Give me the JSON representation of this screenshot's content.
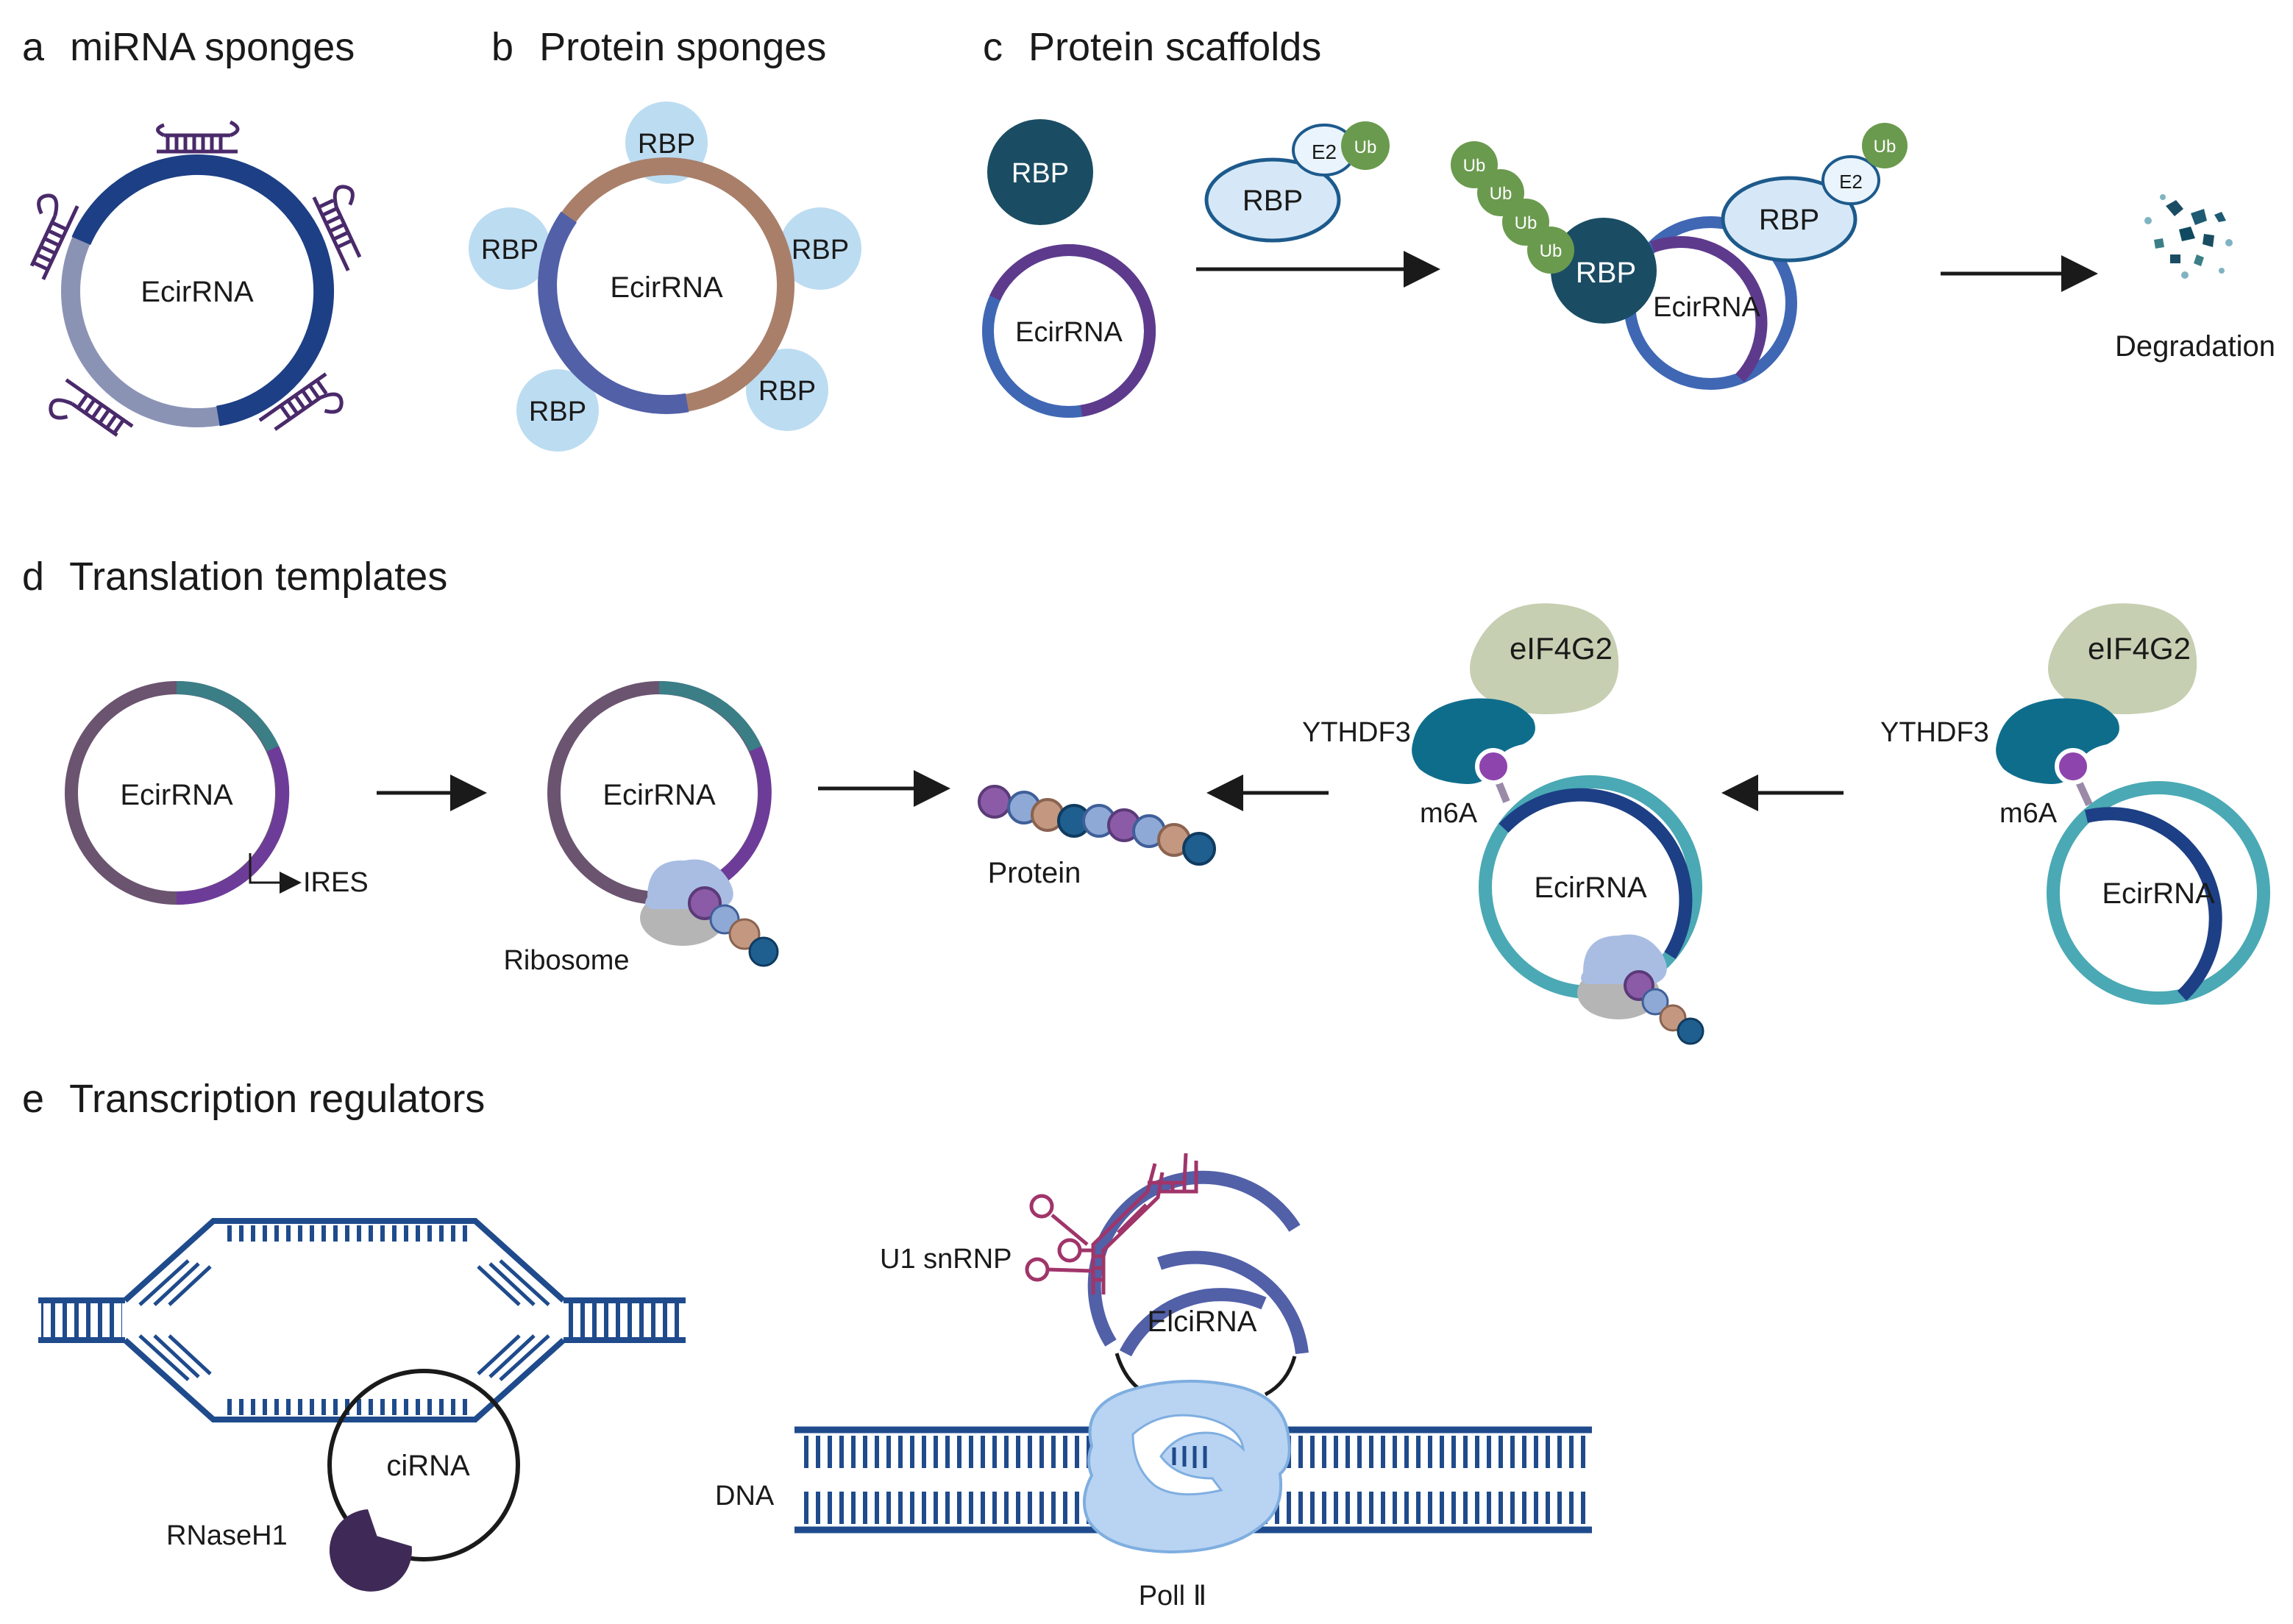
{
  "panels": {
    "a": {
      "letter": "a",
      "title": "miRNA sponges",
      "ring_label": "EcirRNA"
    },
    "b": {
      "letter": "b",
      "title": "Protein sponges",
      "ring_label": "EcirRNA",
      "rbp": "RBP"
    },
    "c": {
      "letter": "c",
      "title": "Protein scaffolds",
      "ring_label": "EcirRNA",
      "rbp": "RBP",
      "e2": "E2",
      "ub": "Ub",
      "result_label": "Degradation"
    },
    "d": {
      "letter": "d",
      "title": "Translation templates",
      "ring_label": "EcirRNA",
      "ires": "IRES",
      "ribosome": "Ribosome",
      "protein": "Protein",
      "eif": "eIF4G2",
      "ythdf": "YTHDF3",
      "m6a": "m6A"
    },
    "e": {
      "letter": "e",
      "title": "Transcription  regulators",
      "cirna": "ciRNA",
      "rnase": "RNaseH1",
      "u1": "U1 snRNP",
      "elcirna": "ElciRNA",
      "dna": "DNA",
      "pol": "Poll Ⅱ"
    }
  },
  "colors": {
    "navy": "#1d3f85",
    "lavender_gray": "#8b93b5",
    "tan": "#a97f6a",
    "slate_blue": "#5260a8",
    "light_blue": "#bcdcf1",
    "purple": "#5e3a8c",
    "mid_blue": "#3f67b4",
    "dark_teal": "#1a4d64",
    "ub_green": "#6a9a4e",
    "mauve": "#6b5470",
    "violet": "#6d3c99",
    "teal": "#3b7e86",
    "eif_green": "#c7cfb2",
    "ythdf_teal": "#0f6d8c",
    "aqua": "#4aa9b4",
    "u1_pink": "#a0356a",
    "dna_blue": "#1f4b8c",
    "pol_blue": "#b8d4f2",
    "rnase_purple": "#3f2a57"
  }
}
